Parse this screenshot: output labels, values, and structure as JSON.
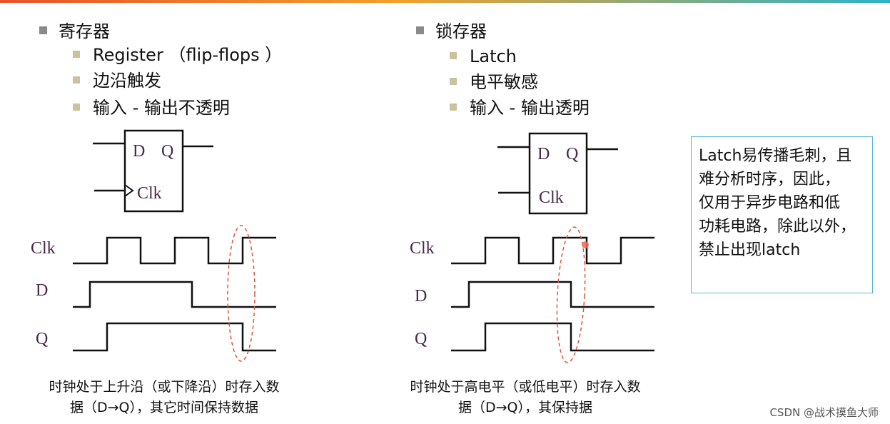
{
  "left": {
    "heading": "寄存器",
    "items": [
      "Register （flip-flops ）",
      "边沿触发",
      "输入 - 输出不透明"
    ],
    "symbol": {
      "d": "D",
      "q": "Q",
      "clk": "Clk"
    },
    "wave_labels": {
      "clk": "Clk",
      "d": "D",
      "q": "Q"
    },
    "caption_line1": "时钟处于上升沿（或下降沿）时存入数",
    "caption_line2": "据（D→Q），其它时间保持数据"
  },
  "right": {
    "heading": "锁存器",
    "items": [
      "Latch",
      "电平敏感",
      "输入 - 输出透明"
    ],
    "symbol": {
      "d": "D",
      "q": "Q",
      "clk": "Clk"
    },
    "wave_labels": {
      "clk": "Clk",
      "d": "D",
      "q": "Q"
    },
    "caption_line1": "时钟处于高电平（或低电平）时存入数",
    "caption_line2": "据（D→Q），其保持据"
  },
  "note": {
    "lines": [
      "Latch易传播毛刺，且",
      "难分析时序，因此，",
      "仅用于异步电路和低",
      "功耗电路，除此以外，",
      "禁止出现latch"
    ]
  },
  "watermark": "CSDN @战术摸鱼大师",
  "colors": {
    "wave": "#111111",
    "label": "#4a2748",
    "ellipse": "#e0533a",
    "note_border": "#5ab4d8"
  }
}
